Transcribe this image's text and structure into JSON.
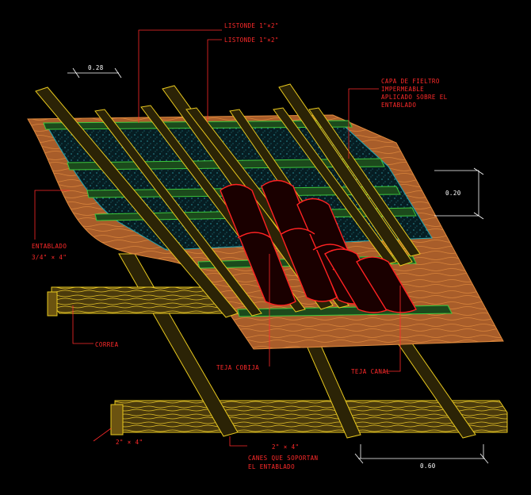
{
  "labels": {
    "listonde_1": "LISTONDE 1\"×2\"",
    "listonde_2": "LISTONDE 1\"×2\"",
    "felt_line1": "CAPA DE FIELTRO",
    "felt_line2": "IMPERMEABLE",
    "felt_line3": "APLICADO SOBRE EL",
    "felt_line4": "ENTABLADO",
    "entablado_1": "ENTABLADO",
    "entablado_2": "3/4\" × 4\"",
    "correa": "CORREA",
    "teja_cobija": "TEJA COBIJA",
    "teja_canal": "TEJA CANAL",
    "beam_size_left": "2\" × 4\"",
    "beam_size_mid": "2\" × 4\"",
    "canes_1": "CANES QUE SOPORTAN",
    "canes_2": "EL ENTABLADO"
  },
  "dimensions": {
    "top_spacing": "0.28",
    "right_spacing": "0.20",
    "bottom_spacing": "0.60"
  },
  "colors": {
    "wood": "#b7692f",
    "wood_grain": "#e08a3c",
    "rafter": "#e8c81e",
    "batten": "#3cc83c",
    "felt": "#1fa6b4",
    "tile": "#ff2222",
    "leader": "#ff2a2a",
    "dimension": "#ffffff"
  }
}
